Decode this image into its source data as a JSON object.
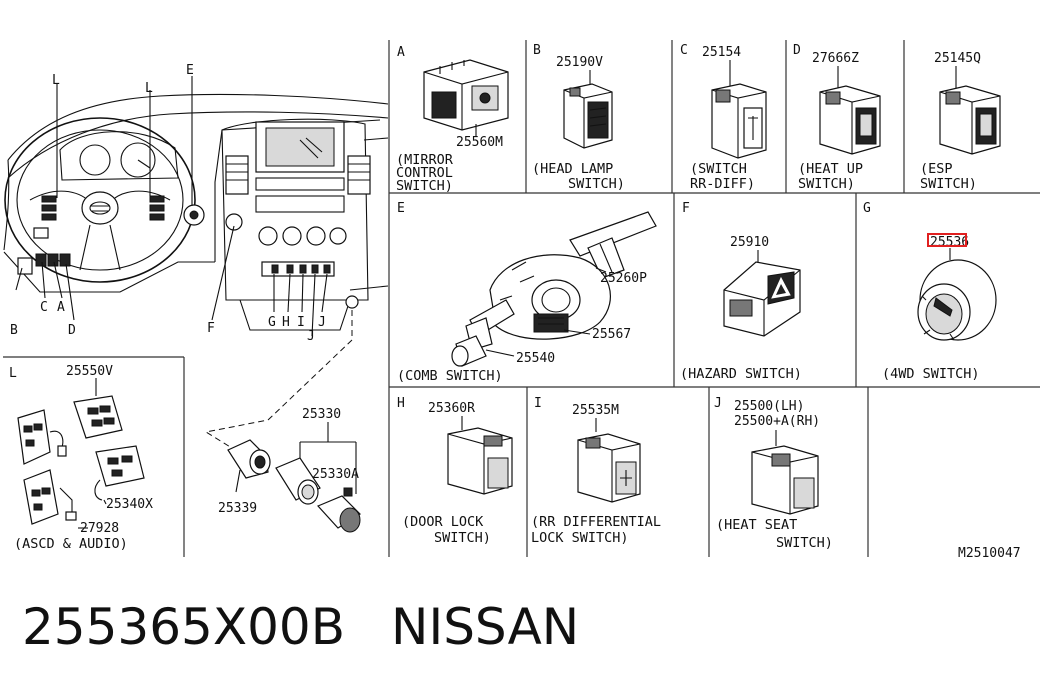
{
  "dashboard": {
    "callouts": [
      "L",
      "E",
      "L",
      "B",
      "C",
      "A",
      "D",
      "F",
      "G",
      "H",
      "I",
      "J",
      "J"
    ]
  },
  "panels": {
    "A": {
      "letter": "A",
      "part": "25560M",
      "caption": [
        "(MIRROR",
        "CONTROL",
        "SWITCH)"
      ]
    },
    "B": {
      "letter": "B",
      "part": "25190V",
      "caption": [
        "(HEAD LAMP",
        "SWITCH)"
      ]
    },
    "C": {
      "letter": "C",
      "part": "25154",
      "caption": [
        "(SWITCH",
        "RR-DIFF)"
      ]
    },
    "D": {
      "letter": "D",
      "part": "27666Z",
      "caption": [
        "(HEAT UP",
        "SWITCH)"
      ]
    },
    "Dx": {
      "letter": "",
      "part": "25145Q",
      "caption": [
        "(ESP",
        "SWITCH)"
      ]
    },
    "E": {
      "letter": "E",
      "parts": [
        "25260P",
        "25567",
        "25540"
      ],
      "caption": [
        "(COMB SWITCH)"
      ]
    },
    "F": {
      "letter": "F",
      "part": "25910",
      "caption": [
        "(HAZARD SWITCH)"
      ]
    },
    "G": {
      "letter": "G",
      "part": "25536",
      "caption": [
        "(4WD SWITCH)"
      ]
    },
    "H": {
      "letter": "H",
      "part": "25360R",
      "caption": [
        "(DOOR LOCK",
        "SWITCH)"
      ]
    },
    "I": {
      "letter": "I",
      "part": "25535M",
      "caption": [
        "(RR DIFFERENTIAL",
        "LOCK SWITCH)"
      ]
    },
    "J": {
      "letter": "J",
      "parts": [
        "25500(LH)",
        "25500+A(RH)"
      ],
      "caption": [
        "(HEAT SEAT",
        "SWITCH)"
      ]
    },
    "L": {
      "letter": "L",
      "parts": [
        "25550V",
        "25340X",
        "27928"
      ],
      "caption": [
        "(ASCD & AUDIO)"
      ]
    }
  },
  "socket": {
    "parts": [
      "25330",
      "25330A",
      "25339"
    ]
  },
  "diagram_code": "M2510047",
  "footer": {
    "part_number": "255365X00B",
    "brand": "NISSAN"
  },
  "colors": {
    "highlight_box": "#e02020"
  }
}
